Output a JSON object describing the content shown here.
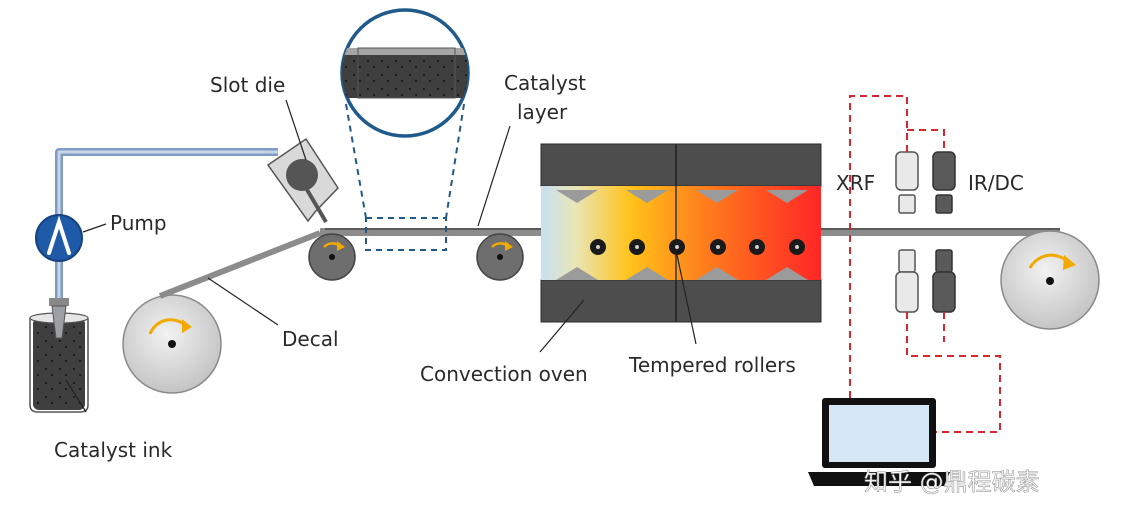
{
  "labels": {
    "slot_die": "Slot die",
    "pump": "Pump",
    "catalyst_layer_line1": "Catalyst",
    "catalyst_layer_line2": "layer",
    "decal": "Decal",
    "catalyst_ink": "Catalyst ink",
    "convection_oven": "Convection oven",
    "tempered_rollers": "Tempered rollers",
    "xrf": "XRF",
    "ir_dc": "IR/DC"
  },
  "watermark": "知乎 @鼎程碳素",
  "colors": {
    "pipe": "#7f9cc4",
    "pump": "#1f5aa8",
    "inset_ring": "#1f5a8a",
    "dashed_link": "#d9262e",
    "arrow": "#f2a900",
    "oven_body": "#4d4d4d",
    "roller": "#6e6e6e",
    "spool": "#cfcfcf"
  }
}
